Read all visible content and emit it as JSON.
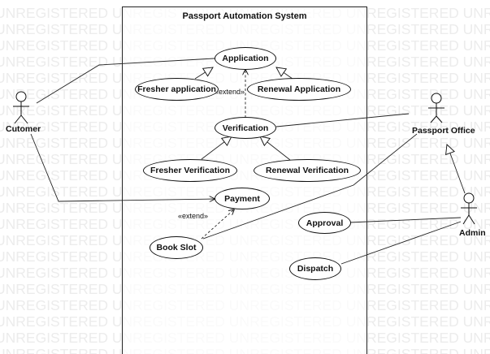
{
  "diagram": {
    "system_title": "Passport Automation System",
    "watermark_text": "UNREGISTERED UNREGISTERED UNREGISTERED UNREGISTERED UNREGISTERED",
    "actors": {
      "customer": "Cutomer",
      "passport_office": "Passport Office",
      "admin": "Admin"
    },
    "use_cases": {
      "application": "Application",
      "fresher_application": "Fresher application",
      "renewal_application": "Renewal Application",
      "verification": "Verification",
      "fresher_verification": "Fresher Verification",
      "renewal_verification": "Renewal Verification",
      "payment": "Payment",
      "book_slot": "Book Slot",
      "approval": "Approval",
      "dispatch": "Dispatch"
    },
    "stereotypes": {
      "extend_verification": "«extend»",
      "extend_payment": "«extend»"
    }
  }
}
